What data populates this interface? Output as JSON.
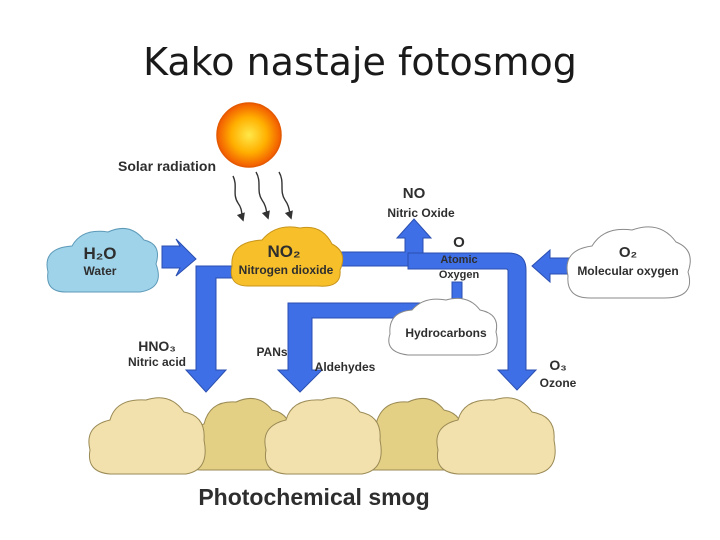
{
  "title": "Kako nastaje fotosmog",
  "labels": {
    "solar_radiation": "Solar radiation",
    "water_formula": "H₂O",
    "water_name": "Water",
    "no2_formula": "NO₂",
    "no2_name": "Nitrogen dioxide",
    "no_formula": "NO",
    "no_name": "Nitric Oxide",
    "o_formula": "O",
    "o_name_line1": "Atomic",
    "o_name_line2": "Oxygen",
    "o2_formula": "O₂",
    "o2_name": "Molecular oxygen",
    "hydrocarbons": "Hydrocarbons",
    "hno3_formula": "HNO₃",
    "hno3_name": "Nitric acid",
    "pans": "PANs",
    "aldehydes": "Aldehydes",
    "o3_formula": "O₃",
    "o3_name": "Ozone",
    "smog": "Photochemical smog"
  },
  "colors": {
    "arrow_blue": "#3f6fe6",
    "arrow_outline": "#2a4fb0",
    "water_cloud": "#9fd3ea",
    "no2_cloud": "#f7bf2a",
    "white_cloud": "#ffffff",
    "smog_light": "#f2e1ad",
    "smog_dark": "#e4d084",
    "sun_core": "#ffd21a",
    "sun_edge": "#f25a00"
  }
}
